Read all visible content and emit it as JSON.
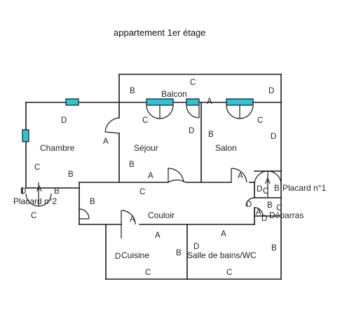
{
  "title": "appartement 1er étage",
  "rooms": {
    "balcon": "Balcon",
    "chambre": "Chambre",
    "sejour": "Séjour",
    "salon": "Salon",
    "couloir": "Couloir",
    "cuisine": "Cuisine",
    "sdb": "Salle de bains/WC",
    "placard1": "Placard n°1",
    "placard2": "Placard n°2",
    "debarras": "Débarras"
  },
  "walls": {
    "A": "A",
    "B": "B",
    "C": "C",
    "D": "D"
  },
  "colors": {
    "window": "#2ec4d6",
    "wall": "#1a1a1a"
  }
}
